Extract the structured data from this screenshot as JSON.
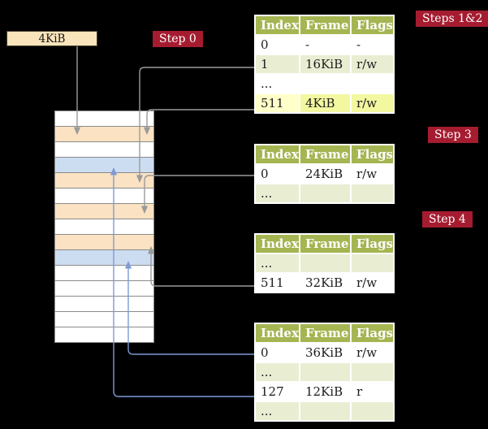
{
  "colors": {
    "background": "#000000",
    "accent_badge": "#a51c30",
    "table_header": "#a5b552",
    "row_green": "#e9eed3",
    "row_yellow_light": "#ffffc9",
    "row_yellow": "#f3f7a0",
    "frame_table_row": "#fbe2c2",
    "frame_mapped_row": "#cdddf1",
    "label_box": "#f9e4bb",
    "connector_gray": "#9a9a9a",
    "connector_blue": "#7d9bd4"
  },
  "frame_label": "4KiB",
  "badges": {
    "step0": "Step 0",
    "steps12": "Steps 1&2",
    "step3": "Step 3",
    "step4": "Step 4"
  },
  "table1": {
    "h": [
      "Index",
      "Frame",
      "Flags"
    ],
    "r0": [
      "0",
      "-",
      "-"
    ],
    "r1": [
      "1",
      "16KiB",
      "r/w"
    ],
    "r2": [
      "...",
      "",
      ""
    ],
    "r3": [
      "511",
      "4KiB",
      "r/w"
    ]
  },
  "table2": {
    "h": [
      "Index",
      "Frame",
      "Flags"
    ],
    "r0": [
      "0",
      "24KiB",
      "r/w"
    ],
    "r1": [
      "...",
      "",
      ""
    ]
  },
  "table3": {
    "h": [
      "Index",
      "Frame",
      "Flags"
    ],
    "r0": [
      "...",
      "",
      ""
    ],
    "r1": [
      "511",
      "32KiB",
      "r/w"
    ]
  },
  "table4": {
    "h": [
      "Index",
      "Frame",
      "Flags"
    ],
    "r0": [
      "0",
      "36KiB",
      "r/w"
    ],
    "r1": [
      "...",
      "",
      ""
    ],
    "r2": [
      "127",
      "12KiB",
      "r"
    ],
    "r3": [
      "...",
      "",
      ""
    ]
  },
  "memory": {
    "rows": [
      "plain",
      "pagetable",
      "plain",
      "mapped",
      "pagetable",
      "plain",
      "pagetable",
      "plain",
      "pagetable",
      "mapped",
      "plain",
      "plain",
      "plain",
      "plain",
      "plain"
    ]
  }
}
